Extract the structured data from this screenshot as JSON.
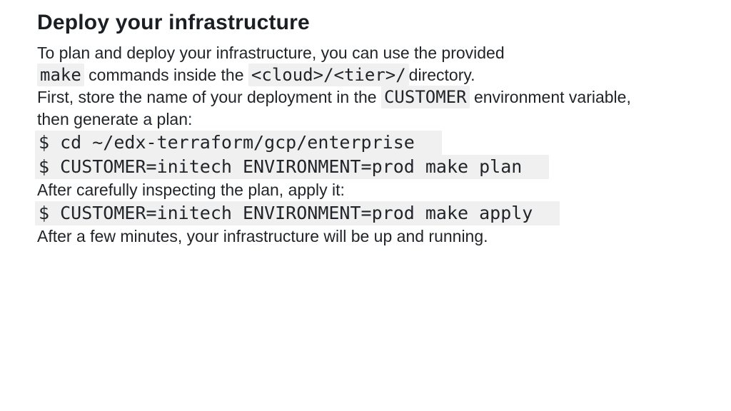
{
  "slide": {
    "title": "Deploy your infrastructure",
    "intro": {
      "line1": "To plan and deploy your infrastructure, you can use the provided",
      "code_make": "make",
      "line2_mid": " commands inside the ",
      "code_dir": "<cloud>/<tier>/",
      "line2_end": "directory."
    },
    "store_name": {
      "line1_start": "First, store the name of your deployment in the ",
      "code_customer": "CUSTOMER",
      "line1_end": " environment variable,",
      "line2": "then generate a plan:"
    },
    "code_blocks": {
      "cd": "$ cd ~/edx-terraform/gcp/enterprise",
      "plan": "$ CUSTOMER=initech ENVIRONMENT=prod make plan",
      "apply": "$ CUSTOMER=initech ENVIRONMENT=prod make apply"
    },
    "apply_note": "After carefully inspecting the plan, apply it:",
    "closing_note": "After a few minutes, your infrastructure will be up and running."
  },
  "colors": {
    "background": "#ffffff",
    "text": "#212529",
    "heading": "#1b1f23",
    "code_bg": "#f0f0f0"
  }
}
